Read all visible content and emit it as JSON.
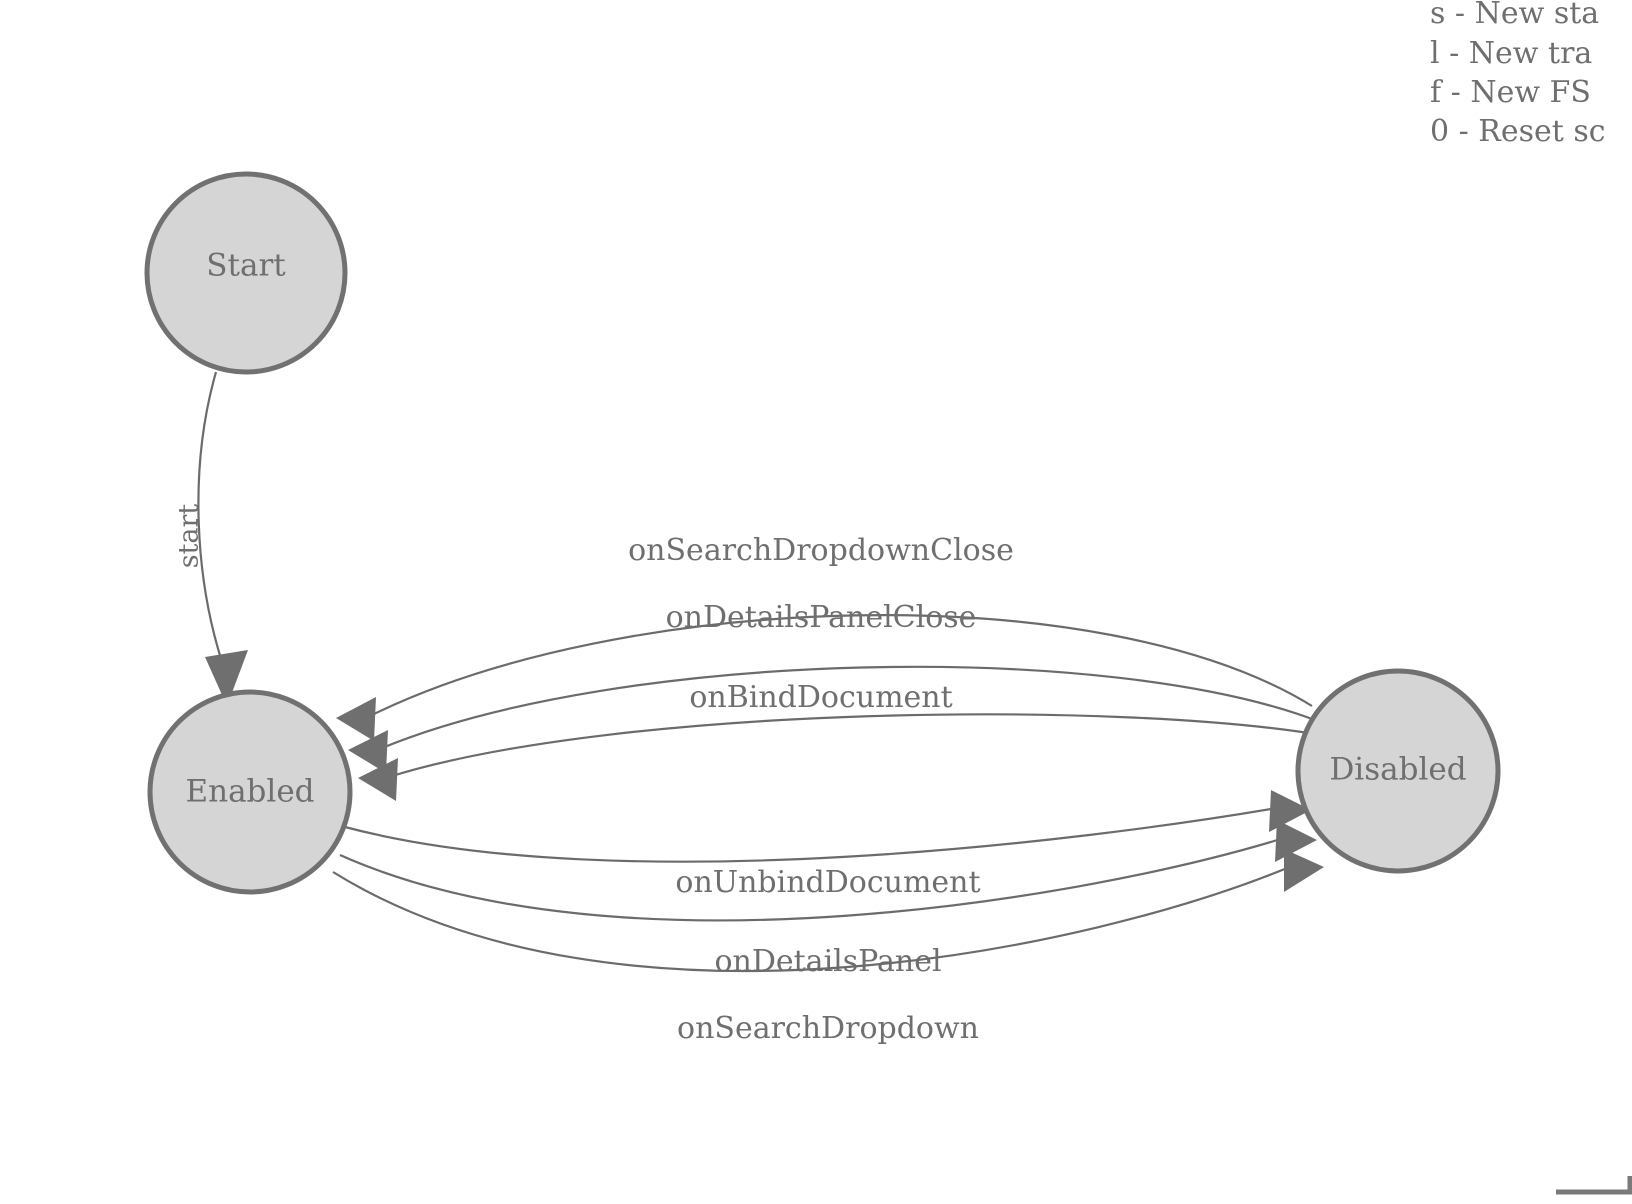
{
  "app": {
    "background_color": "#ffffff",
    "node_fill_color": "#d5d5d5",
    "node_stroke_color": "#717171",
    "edge_color": "#6b6b6b",
    "text_color": "#6f6f6f"
  },
  "help_overlay": {
    "lines": [
      "s - New sta",
      "l - New tra",
      "f - New FS",
      "0 - Reset sc"
    ]
  },
  "diagram": {
    "states": [
      {
        "id": "start",
        "label": "Start"
      },
      {
        "id": "enabled",
        "label": "Enabled"
      },
      {
        "id": "disabled",
        "label": "Disabled"
      }
    ],
    "transitions": [
      {
        "id": "t0",
        "label": "start",
        "from": "Start",
        "to": "Enabled"
      },
      {
        "id": "t1",
        "label": "onSearchDropdownClose",
        "from": "Disabled",
        "to": "Enabled"
      },
      {
        "id": "t2",
        "label": "onDetailsPanelClose",
        "from": "Disabled",
        "to": "Enabled"
      },
      {
        "id": "t3",
        "label": "onBindDocument",
        "from": "Disabled",
        "to": "Enabled"
      },
      {
        "id": "t4",
        "label": "onUnbindDocument",
        "from": "Enabled",
        "to": "Disabled"
      },
      {
        "id": "t5",
        "label": "onDetailsPanel",
        "from": "Enabled",
        "to": "Disabled"
      },
      {
        "id": "t6",
        "label": "onSearchDropdown",
        "from": "Enabled",
        "to": "Disabled"
      }
    ]
  }
}
